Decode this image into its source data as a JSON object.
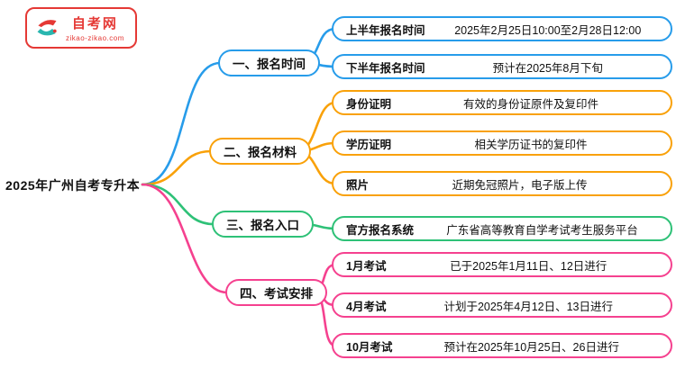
{
  "site": {
    "logo_text": "自考网",
    "logo_domain": "zikao-zikao.com"
  },
  "root": {
    "label": "2025年广州自考专升本"
  },
  "colors": {
    "branch_blue": "#279CEA",
    "branch_orange": "#F9A109",
    "branch_green": "#2EC177",
    "branch_pink": "#F5418F",
    "brand_red": "#E53935",
    "brand_teal": "#29B6AF"
  },
  "branches": [
    {
      "label": "一、报名时间",
      "color": "#279CEA",
      "children": [
        {
          "label": "上半年报名时间",
          "value": "2025年2月25日10:00至2月28日12:00"
        },
        {
          "label": "下半年报名时间",
          "value": "预计在2025年8月下旬"
        }
      ]
    },
    {
      "label": "二、报名材料",
      "color": "#F9A109",
      "children": [
        {
          "label": "身份证明",
          "value": "有效的身份证原件及复印件"
        },
        {
          "label": "学历证明",
          "value": "相关学历证书的复印件"
        },
        {
          "label": "照片",
          "value": "近期免冠照片，电子版上传"
        }
      ]
    },
    {
      "label": "三、报名入口",
      "color": "#2EC177",
      "children": [
        {
          "label": "官方报名系统",
          "value": "广东省高等教育自学考试考生服务平台"
        }
      ]
    },
    {
      "label": "四、考试安排",
      "color": "#F5418F",
      "children": [
        {
          "label": "1月考试",
          "value": "已于2025年1月11日、12日进行"
        },
        {
          "label": "4月考试",
          "value": "计划于2025年4月12日、13日进行"
        },
        {
          "label": "10月考试",
          "value": "预计在2025年10月25日、26日进行"
        }
      ]
    }
  ]
}
